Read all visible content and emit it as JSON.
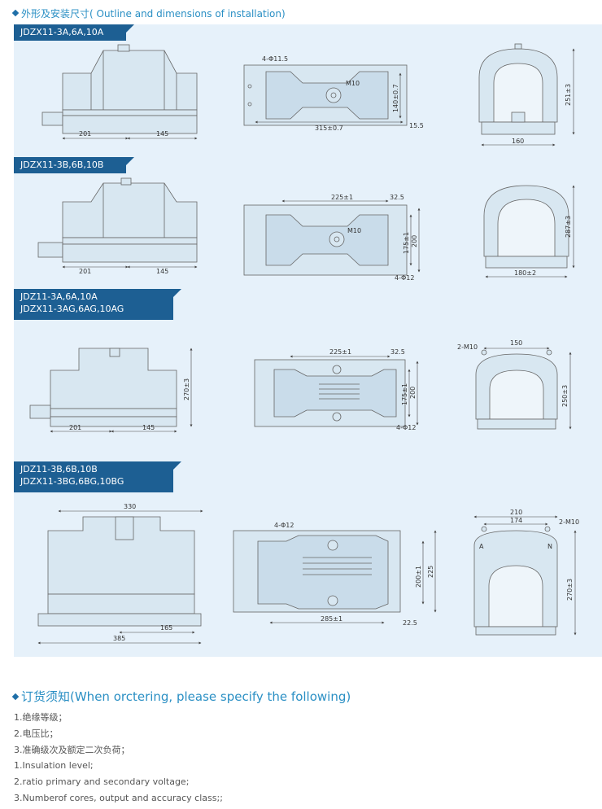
{
  "header1": "外形及安装尺寸( Outline and dimensions of installation)",
  "header2": "订货须知(When orctering, please specify the following)",
  "sections": [
    {
      "models": [
        "JDZX11-3A,6A,10A"
      ]
    },
    {
      "models": [
        "JDZX11-3B,6B,10B"
      ]
    },
    {
      "models": [
        "JDZ11-3A,6A,10A",
        "JDZX11-3AG,6AG,10AG"
      ]
    },
    {
      "models": [
        "JDZ11-3B,6B,10B",
        "JDZX11-3BG,6BG,10BG"
      ]
    }
  ],
  "dims": {
    "s1": {
      "side_left": "201",
      "side_right": "145",
      "top_holes": "4-Φ11.5",
      "top_m": "M10",
      "top_h": "140±0.7",
      "top_w": "315±0.7",
      "top_off": "15.5",
      "end_h": "251±3",
      "end_w": "160"
    },
    "s2": {
      "side_left": "201",
      "side_right": "145",
      "top_w": "225±1",
      "top_off": "32.5",
      "top_m": "M10",
      "top_h1": "175±1",
      "top_h2": "200",
      "top_holes": "4-Φ12",
      "end_h": "287±3",
      "end_w": "180±2"
    },
    "s3": {
      "side_left": "201",
      "side_right": "145",
      "side_h": "270±3",
      "top_w": "225±1",
      "top_off": "32.5",
      "top_h1": "175±1",
      "top_h2": "200",
      "top_holes": "4-Φ12",
      "end_m": "2-M10",
      "end_top": "150",
      "end_h": "250±3"
    },
    "s4": {
      "side_top": "330",
      "side_mid": "165",
      "side_bot": "385",
      "top_holes": "4-Φ12",
      "top_h1": "200±1",
      "top_h2": "225",
      "top_w": "285±1",
      "top_off": "22.5",
      "end_w1": "210",
      "end_w2": "174",
      "end_m": "2-M10",
      "end_a": "A",
      "end_n": "N",
      "end_h": "270±3"
    }
  },
  "ordering": [
    "1.绝缘等级；",
    "2.电压比；",
    "3.准确级次及额定二次负荷；",
    "1.Insulation level;",
    "2.ratio primary and secondary voltage;",
    "3.Numberof cores, output and accuracy class;;"
  ]
}
